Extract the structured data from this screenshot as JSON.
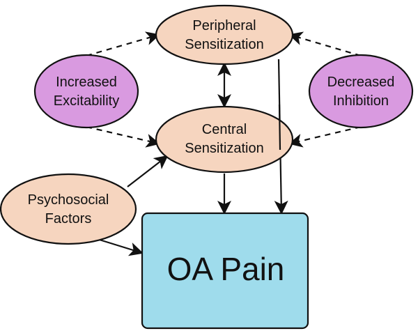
{
  "colors": {
    "sensitization_fill": "#f6d5bf",
    "modulator_fill": "#d99ae0",
    "outcome_fill": "#9fdcec",
    "stroke": "#111111"
  },
  "nodes": {
    "peripheral": {
      "lines": [
        "Peripheral",
        "Sensitization"
      ]
    },
    "central": {
      "lines": [
        "Central",
        "Sensitization"
      ]
    },
    "excitability": {
      "lines": [
        "Increased",
        "Excitability"
      ]
    },
    "inhibition": {
      "lines": [
        "Decreased",
        "Inhibition"
      ]
    },
    "psychosocial": {
      "lines": [
        "Psychosocial",
        "Factors"
      ]
    },
    "oa_pain": {
      "label": "OA Pain"
    }
  },
  "edges": [
    {
      "from": "excitability",
      "to": "peripheral",
      "style": "dashed"
    },
    {
      "from": "excitability",
      "to": "central",
      "style": "dashed"
    },
    {
      "from": "inhibition",
      "to": "peripheral",
      "style": "dashed"
    },
    {
      "from": "inhibition",
      "to": "central",
      "style": "dashed"
    },
    {
      "from": "peripheral",
      "to": "central",
      "style": "solid",
      "bidirectional": true
    },
    {
      "from": "psychosocial",
      "to": "central",
      "style": "solid"
    },
    {
      "from": "psychosocial",
      "to": "oa_pain",
      "style": "solid"
    },
    {
      "from": "central",
      "to": "oa_pain",
      "style": "solid"
    },
    {
      "from": "peripheral",
      "to": "oa_pain",
      "style": "solid"
    }
  ]
}
